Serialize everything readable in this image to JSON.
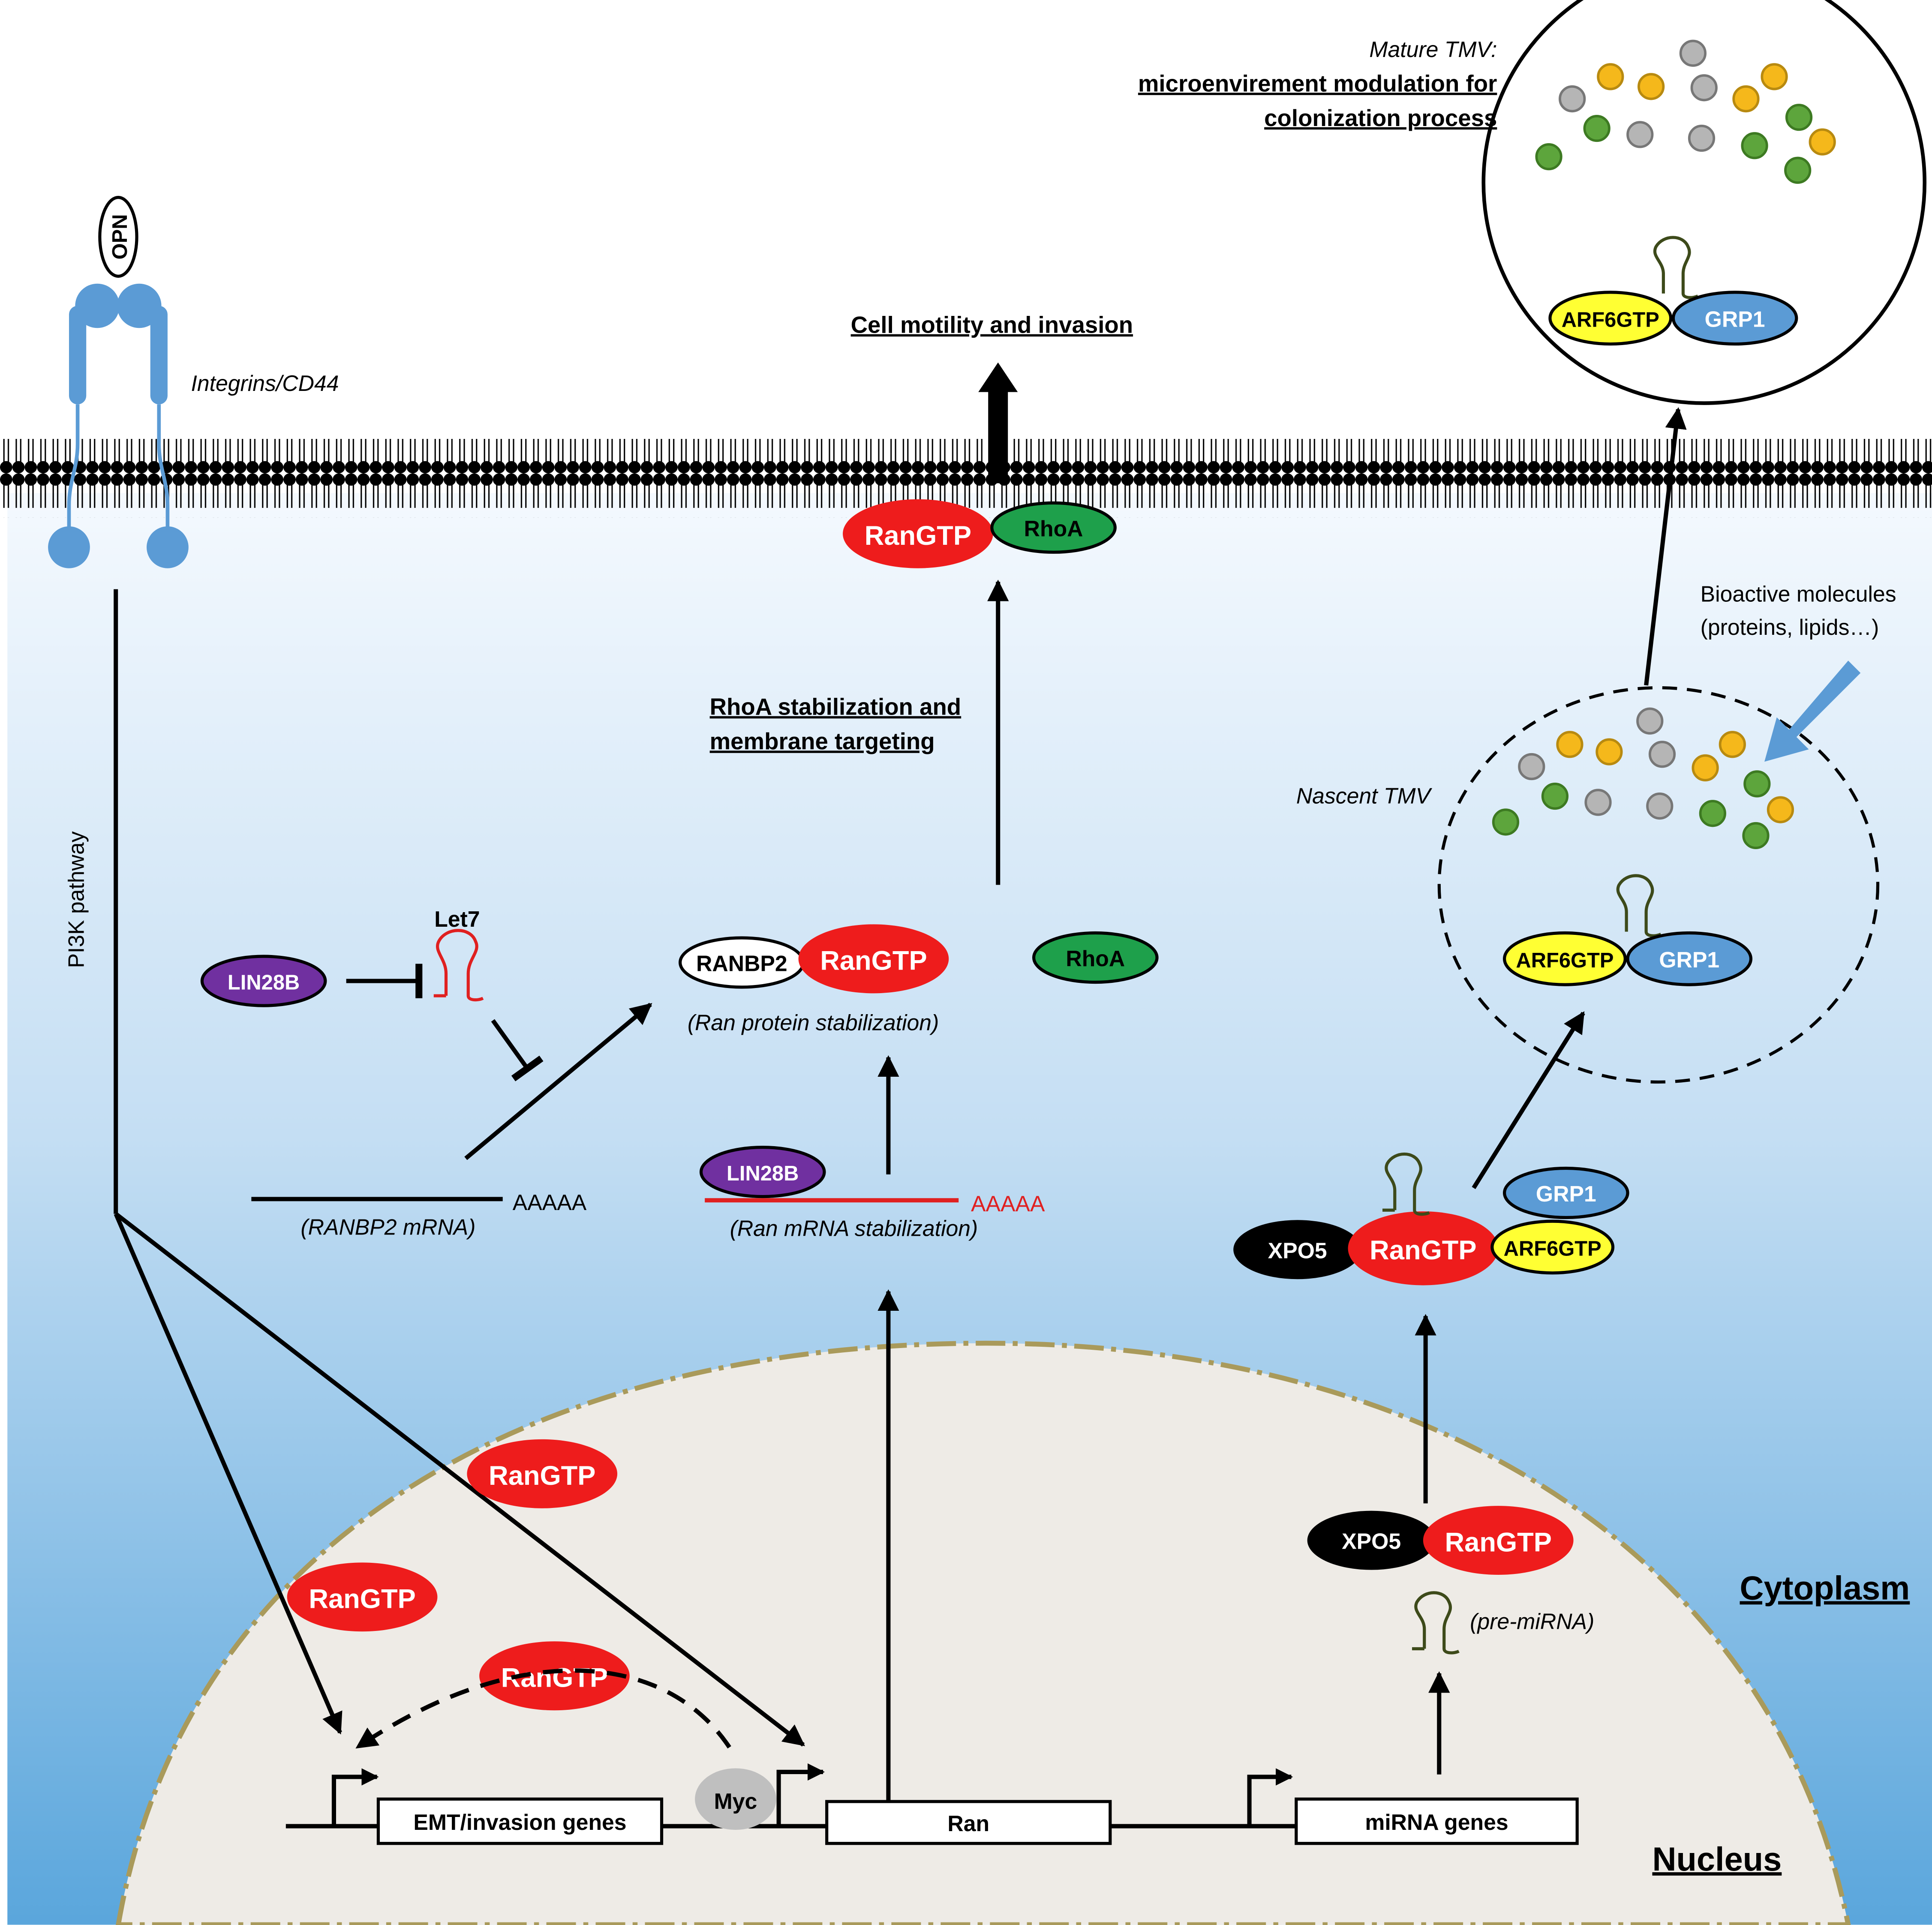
{
  "colors": {
    "ran": "#ee1c1c",
    "rhoa": "#1ea04b",
    "grp1": "#5b9bd5",
    "arf6": "#ffff33",
    "lin28b": "#7030a0",
    "xpo5": "#000000",
    "myc": "#bfbfbf",
    "integrin": "#5b9bd5",
    "nucleus_fill": "#eeebe6",
    "nucleus_border": "#a99a5b",
    "cytoplasm_top": "#f3f8fd",
    "cytoplasm_bottom": "#5da8dc",
    "dot_gray": "#b5b5b5",
    "dot_yellow": "#f5b81b",
    "dot_green": "#5da53c"
  },
  "labels": {
    "opn": "OPN",
    "integrins": "Integrins/CD44",
    "pi3k": "PI3K pathway",
    "cell_motility": "Cell motility and invasion",
    "rhoa_stab_1": "RhoA stabilization and",
    "rhoa_stab_2": "membrane targeting",
    "ran_protein_stab": "(Ran protein stabilization)",
    "ran_mrna_stab": "(Ran mRNA stabilization)",
    "ranbp2_mrna": "(RANBP2 mRNA)",
    "polya": "AAAAA",
    "polya_red": "AAAAA",
    "let7": "Let7",
    "mature_tmv": "Mature TMV:",
    "micro_1": "microenvirement modulation for",
    "micro_2": "colonization process",
    "bioactive_1": "Bioactive molecules",
    "bioactive_2": "(proteins, lipids…)",
    "nascent_tmv": "Nascent TMV",
    "pre_mirna": "(pre-miRNA)",
    "cytoplasm": "Cytoplasm",
    "nucleus": "Nucleus"
  },
  "proteins": {
    "rangtp": "RanGTP",
    "rhoa": "RhoA",
    "ranbp2": "RANBP2",
    "lin28b": "LIN28B",
    "arf6gtp": "ARF6GTP",
    "grp1": "GRP1",
    "xpo5": "XPO5",
    "myc": "Myc"
  },
  "genes": {
    "emt": "EMT/invasion genes",
    "ran": "Ran",
    "mirna": "miRNA genes"
  }
}
